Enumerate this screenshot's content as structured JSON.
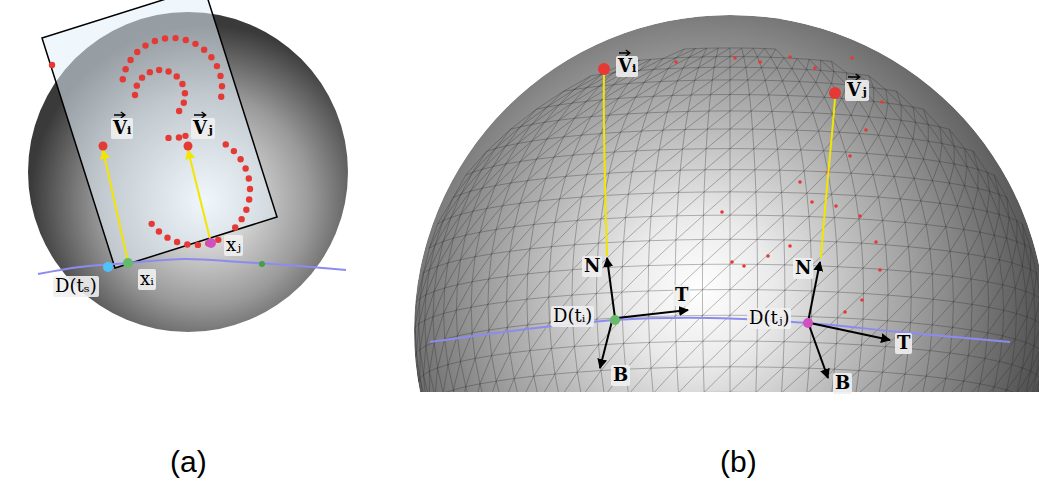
{
  "diagram": {
    "labels": [
      "Vᵢ",
      "Vⱼ",
      "xᵢ",
      "xⱼ",
      "D(tₛ)",
      "Vᵢ",
      "Vⱼ",
      "N",
      "N",
      "T",
      "T",
      "D(tᵢ)",
      "D(tⱼ)",
      "B",
      "B",
      "(a)",
      "(b)"
    ]
  }
}
